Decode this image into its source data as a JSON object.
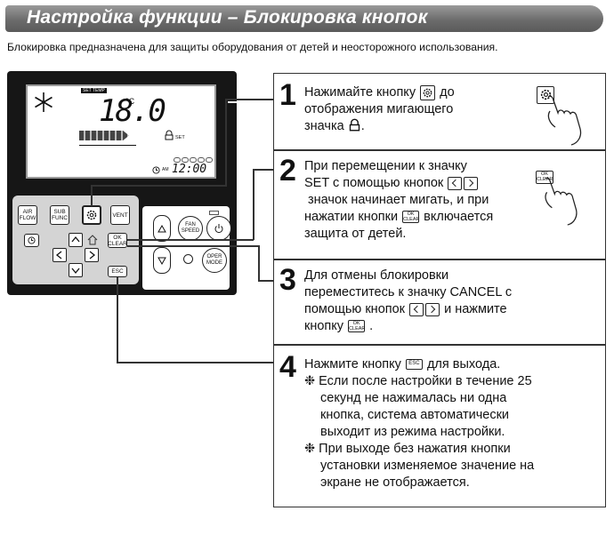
{
  "header": {
    "title": "Настройка функции – Блокировка кнопок",
    "intro": "Блокировка предназначена для защиты оборудования от детей и неосторожного использования."
  },
  "display": {
    "set_temp_label": "SET TEMP",
    "temp_value": "18.0",
    "temp_unit": "°C",
    "set_label": "SET",
    "am_label": "AM",
    "time_value": "12:00"
  },
  "remote_buttons": {
    "air_flow": "AIR FLOW",
    "sub_func": "SUB FUNC",
    "vent": "VENT",
    "ok_clear": "OK CLEAR",
    "esc": "ESC",
    "fan_speed": "FAN SPEED",
    "oper_mode": "OPER MODE"
  },
  "steps": [
    {
      "number": "1",
      "lines": [
        "Нажимайте кнопку",
        "до",
        "отображения мигающего",
        "значка",
        "."
      ]
    },
    {
      "number": "2",
      "lines": [
        "При перемещении к значку",
        "SET с помощью кнопок",
        "значок начинает мигать, и при",
        "нажатии кнопки",
        "включается",
        "защита от детей."
      ]
    },
    {
      "number": "3",
      "lines": [
        "Для отмены блокировки",
        "переместитесь к значку CANCEL с",
        "помощью кнопок",
        "и нажмите",
        "кнопку",
        "."
      ]
    },
    {
      "number": "4",
      "lines": [
        "Нажмите кнопку",
        "для выхода.",
        "❉ Если после настройки в течение 25",
        "секунд не нажималась ни одна",
        "кнопка, система автоматически",
        "выходит из режима настройки.",
        "❉ При выходе без нажатия кнопки",
        "установки изменяемое значение на",
        "экране не отображается."
      ]
    }
  ],
  "inline_buttons": {
    "ok_top": "OK",
    "clear_bottom": "CLEAR",
    "esc": "ESC"
  }
}
